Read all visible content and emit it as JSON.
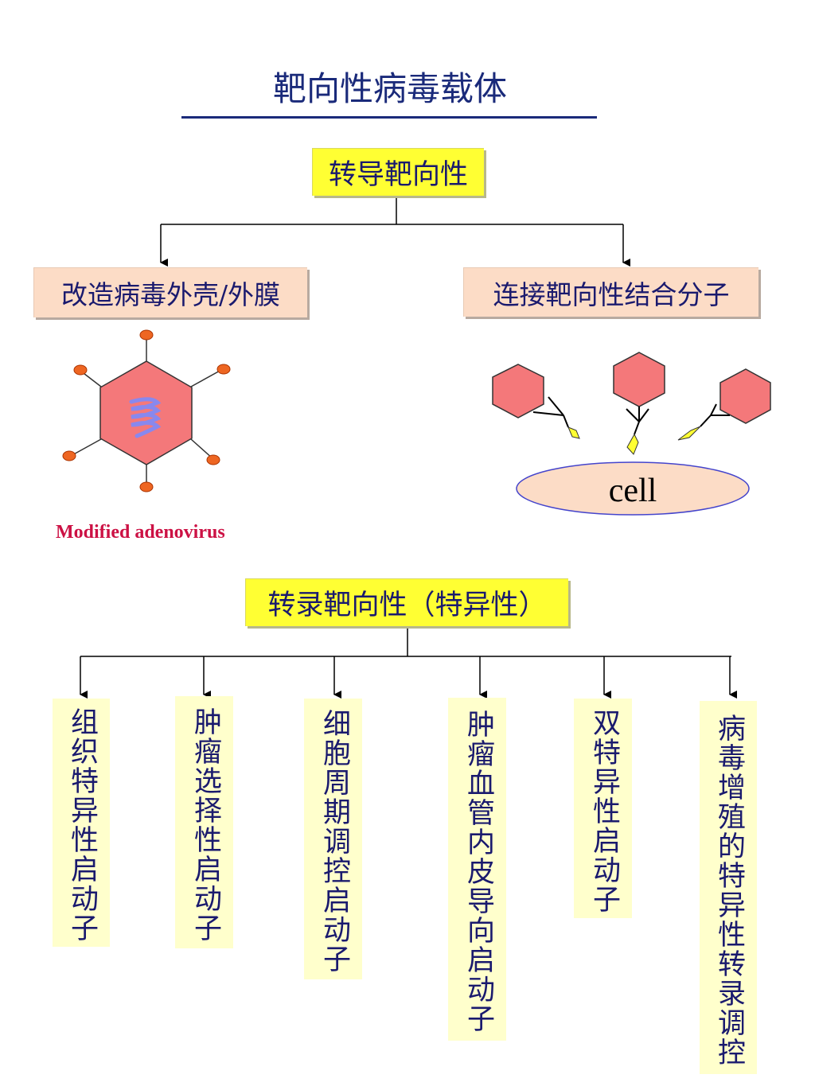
{
  "title": "靶向性病毒载体",
  "transduction": {
    "label": "转导靶向性",
    "left_label": "改造病毒外壳/外膜",
    "right_label": "连接靶向性结合分子",
    "adenovirus_caption": "Modified adenovirus",
    "cell_label": "cell"
  },
  "transcription": {
    "label": "转录靶向性（特异性）",
    "promoters": [
      "组织特异性启动子",
      "肿瘤选择性启动子",
      "细胞周期调控启动子",
      "肿瘤血管内皮导向启动子",
      "双特异性启动子",
      "病毒增殖的特异性转录调控"
    ]
  },
  "colors": {
    "yellow_box": "#ffff33",
    "peach_box": "#fcdcc6",
    "pale_yellow_box": "#ffffcc",
    "virus_fill": "#f4787a",
    "fiber_knob": "#ee6622",
    "dna_coil": "#8888ee",
    "cell_fill": "#fcdcc6",
    "cell_border": "#4444cc",
    "ligand": "#ffff33",
    "caption": "#cc1144",
    "text": "#1a1a6e"
  }
}
